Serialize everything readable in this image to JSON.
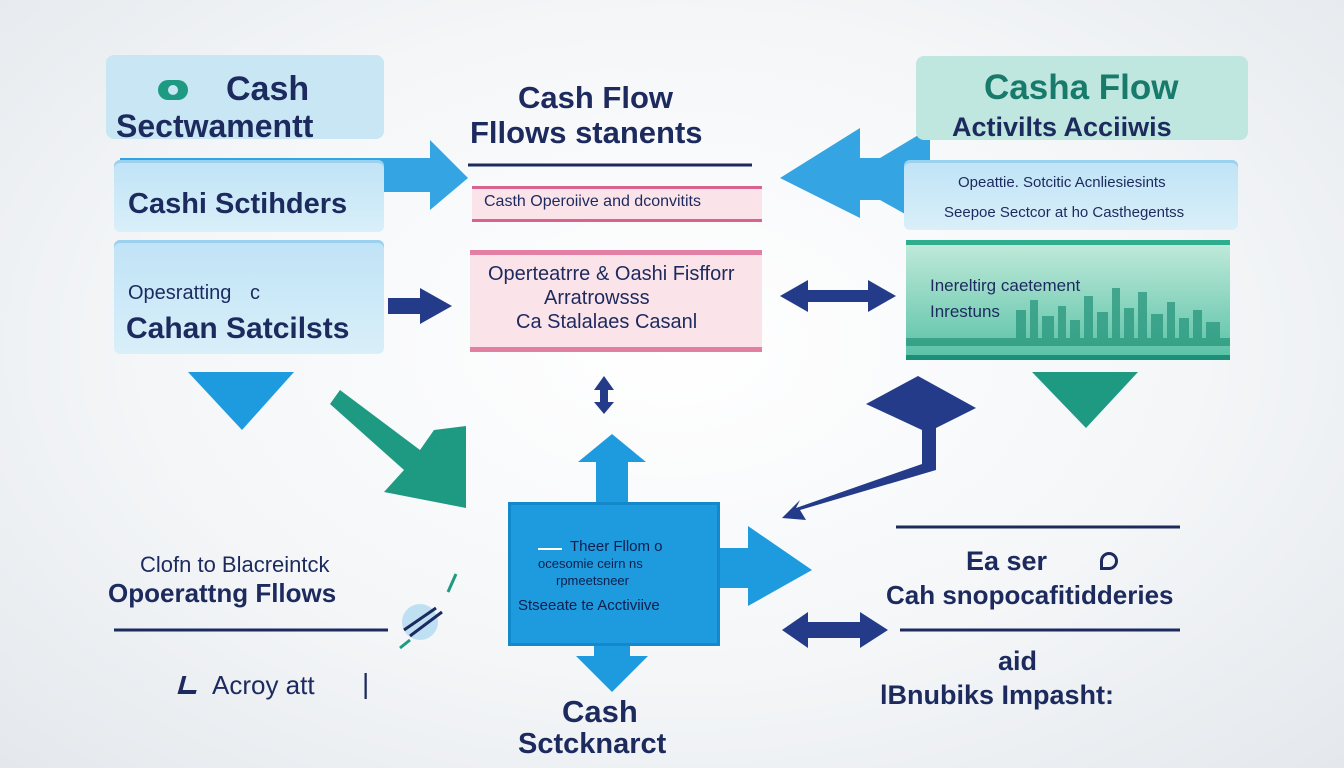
{
  "top_left_box": {
    "line1": "Cash",
    "line2": "Sectwamentt"
  },
  "center_title": {
    "line1": "Cash Flow",
    "line2": "Fllows stanents"
  },
  "top_right_box": {
    "line1": "Casha Flow",
    "line2": "Activilts Acciiwis"
  },
  "left_bar_1": {
    "label": "Cashi Sctihders"
  },
  "center_strip": {
    "label": "Casth Operoiive and dconvitits"
  },
  "right_bar_1": {
    "line1": "Opeattie. Sotcitic Acnliesiesints",
    "line2": "Seepoe Sectcor at ho Casthegentss"
  },
  "left_bar_2": {
    "line1": "Opesratting",
    "line1_suffix": "c",
    "line2": "Cahan Satcilsts"
  },
  "center_pink": {
    "line1": "Operteatrre",
    "line1_mid": "& Oashi Fisfforr",
    "line2": "Arratrowsss",
    "line3": "Ca Stalalaes Casanl"
  },
  "right_city": {
    "line1": "Inereltirg caetement",
    "line2": "Inrestuns"
  },
  "left_caption": {
    "line1": "Clofn to Blacreintck",
    "line2": "Opoerattng Fllows",
    "line3": "Acroy att",
    "line3_suffix": "|"
  },
  "center_blue": {
    "line1": "Theer Fllom o",
    "line2": "ocesomie ceirn ns",
    "line3": "rpmeetsneer",
    "line4": "Stseeate te Acctiviive"
  },
  "bottom_center": {
    "line1": "Cash",
    "line2": "Sctcknarct"
  },
  "right_caption": {
    "line1": "Ea ser",
    "line2": "Cah snopocafitidderies",
    "line3": "aid",
    "line4": "lBnubiks Impasht:"
  },
  "colors": {
    "navy": "#1c2a5e",
    "sky": "#1e9bdf",
    "teal": "#1f9a82",
    "pink": "#e27fa3",
    "dark_blue": "#243b8a"
  }
}
